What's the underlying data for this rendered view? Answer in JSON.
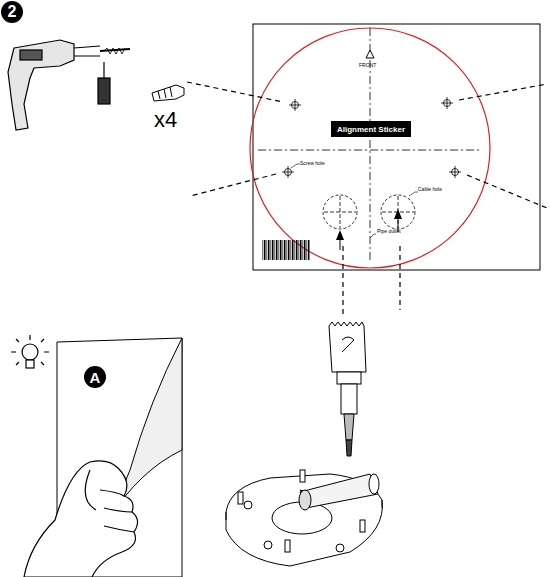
{
  "diagram": {
    "nodes": [
      {
        "text": [
          "2"
        ]
      },
      {
        "text": [
          "Alignment Sticker"
        ]
      },
      {
        "text": [
          "A"
        ]
      }
    ],
    "labels": [
      "x4",
      "FRONT",
      "Screw hole",
      "Cable hole",
      "Pipe outlet"
    ]
  }
}
